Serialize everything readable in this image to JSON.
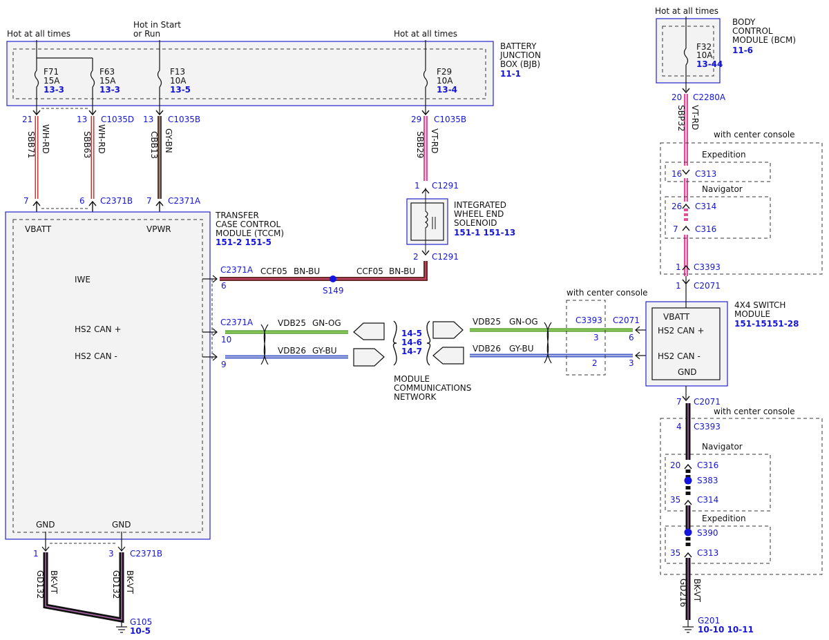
{
  "colors": {
    "module_border": "#2222cc",
    "dash": "#333333",
    "pink_wire": "#e0509a",
    "red_wire": "#d03030",
    "brown_wire": "#5a3a2a",
    "green_wire": "#4a9a20",
    "blue_wire": "#4a60c8",
    "black_wire": "#111111",
    "splice": "#1515e0",
    "link_blue": "#1515d6"
  },
  "top_labels": {
    "hot_all_1": "Hot at all times",
    "hot_start_1": "Hot in Start",
    "hot_start_2": "or Run",
    "hot_all_2": "Hot at all times",
    "hot_all_3": "Hot at all times"
  },
  "bjb": {
    "title": [
      "BATTERY",
      "JUNCTION",
      "BOX (BJB)"
    ],
    "ref": "11-1",
    "fuses": [
      {
        "name": "F71",
        "amps": "15A",
        "ref": "13-3"
      },
      {
        "name": "F63",
        "amps": "15A",
        "ref": "13-3"
      },
      {
        "name": "F13",
        "amps": "10A",
        "ref": "13-5"
      },
      {
        "name": "F29",
        "amps": "10A",
        "ref": "13-4"
      }
    ]
  },
  "bcm": {
    "title": [
      "BODY",
      "CONTROL",
      "MODULE (BCM)"
    ],
    "ref": "11-6",
    "fuse": {
      "name": "F32",
      "amps": "10A",
      "ref": "13-44"
    }
  },
  "wires": {
    "sbb71": {
      "circuit": "SBB71",
      "color": "WH-RD",
      "pin_top": "21",
      "pin_bottom": "7"
    },
    "sbb63": {
      "circuit": "SBB63",
      "color": "WH-RD",
      "pin_top": "13",
      "pin_bottom": "6"
    },
    "cbb13": {
      "circuit": "CBB13",
      "color": "GY-BN",
      "pin_top": "13",
      "pin_bottom": "7"
    },
    "sbb29": {
      "circuit": "SBB29",
      "color": "VT-RD",
      "pin_top": "29",
      "pin_bottom": "1"
    },
    "sbp32": {
      "circuit": "SBP32",
      "color": "VT-RD",
      "pin_top": "20"
    },
    "gd132a": {
      "circuit": "GD132",
      "color": "BK-VT",
      "pin": "1"
    },
    "gd132b": {
      "circuit": "GD132",
      "color": "BK-VT",
      "pin": "3"
    },
    "gd216": {
      "circuit": "GD216",
      "color": "BK-VT"
    },
    "ccf05": {
      "circuit": "CCF05",
      "color": "BN-BU"
    },
    "vdb25": {
      "circuit": "VDB25",
      "color": "GN-OG"
    },
    "vdb26": {
      "circuit": "VDB26",
      "color": "GY-BU"
    }
  },
  "connectors": {
    "c1035d": "C1035D",
    "c1035b": "C1035B",
    "c1035b2": "C1035B",
    "c2371b": "C2371B",
    "c2371a": "C2371A",
    "c1291a": "C1291",
    "c1291b": "C1291",
    "c2280a": "C2280A",
    "c2371a_6": "C2371A",
    "c2371a_10": "C2371A",
    "c2371b_gnd": "C2371B",
    "c3393": "C3393",
    "c2071": "C2071",
    "c3393_sw": "C3393",
    "c2071_sw": "C2071",
    "c2071_b": "C2071",
    "c3393_b": "C3393",
    "c313": "C313",
    "c314": "C314",
    "c316": "C316",
    "c316_b": "C316",
    "c314_b": "C314",
    "c313_b": "C313"
  },
  "pins": {
    "p6": "6",
    "p10": "10",
    "p9": "9",
    "p2": "2",
    "p16": "16",
    "p26": "26",
    "p7": "7",
    "p1a": "1",
    "p1b": "1",
    "sw3a": "3",
    "sw2": "2",
    "sw6": "6",
    "sw3b": "3",
    "g7": "7",
    "g4": "4",
    "g20": "20",
    "g35a": "35",
    "g35b": "35"
  },
  "tccm": {
    "title": [
      "TRANSFER",
      "CASE CONTROL",
      "MODULE (TCCM)"
    ],
    "refs": "151-2 151-5",
    "vbatt": "VBATT",
    "vpwr": "VPWR",
    "iwe": "IWE",
    "hs2_plus": "HS2 CAN +",
    "hs2_minus": "HS2 CAN -",
    "gnd1": "GND",
    "gnd2": "GND"
  },
  "iwe_solenoid": {
    "title": [
      "INTEGRATED",
      "WHEEL END",
      "SOLENOID"
    ],
    "refs": "151-1  151-13"
  },
  "splices": {
    "s149": "S149",
    "s383": "S383",
    "s390": "S390"
  },
  "network": {
    "refs": [
      "14-5",
      "14-6",
      "14-7"
    ],
    "title": [
      "MODULE",
      "COMMUNICATIONS",
      "NETWORK"
    ]
  },
  "switch": {
    "title": [
      "4X4 SWITCH",
      "MODULE"
    ],
    "refs": "151-15151-28",
    "vbatt": "VBATT",
    "hs2_plus": "HS2 CAN +",
    "hs2_minus": "HS2 CAN -",
    "gnd": "GND"
  },
  "options": {
    "center_console_1": "with center console",
    "center_console_2": "with center console",
    "center_console_3": "with center console",
    "expedition_1": "Expedition",
    "navigator_1": "Navigator",
    "navigator_2": "Navigator",
    "expedition_2": "Expedition"
  },
  "grounds": {
    "g105": {
      "name": "G105",
      "ref": "10-5"
    },
    "g201": {
      "name": "G201",
      "ref": "10-10 10-11"
    }
  }
}
